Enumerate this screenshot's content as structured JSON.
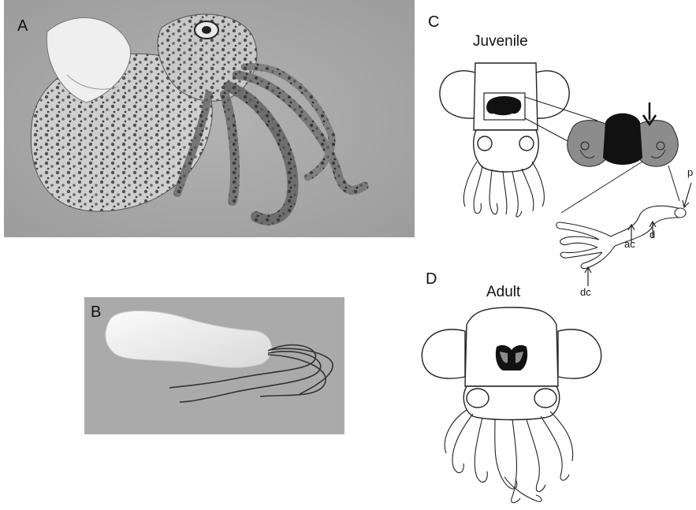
{
  "panels": {
    "a": {
      "label": "A"
    },
    "b": {
      "label": "B"
    },
    "c": {
      "label": "C",
      "title": "Juvenile"
    },
    "d": {
      "label": "D",
      "title": "Adult"
    }
  },
  "annotations": {
    "p": "p",
    "d": "d",
    "ac": "ac",
    "dc": "dc"
  },
  "colors": {
    "photo_background": "#a9a9a9",
    "organ_dark": "#111111",
    "organ_grey": "#8c8c8c",
    "outline": "#222222"
  }
}
